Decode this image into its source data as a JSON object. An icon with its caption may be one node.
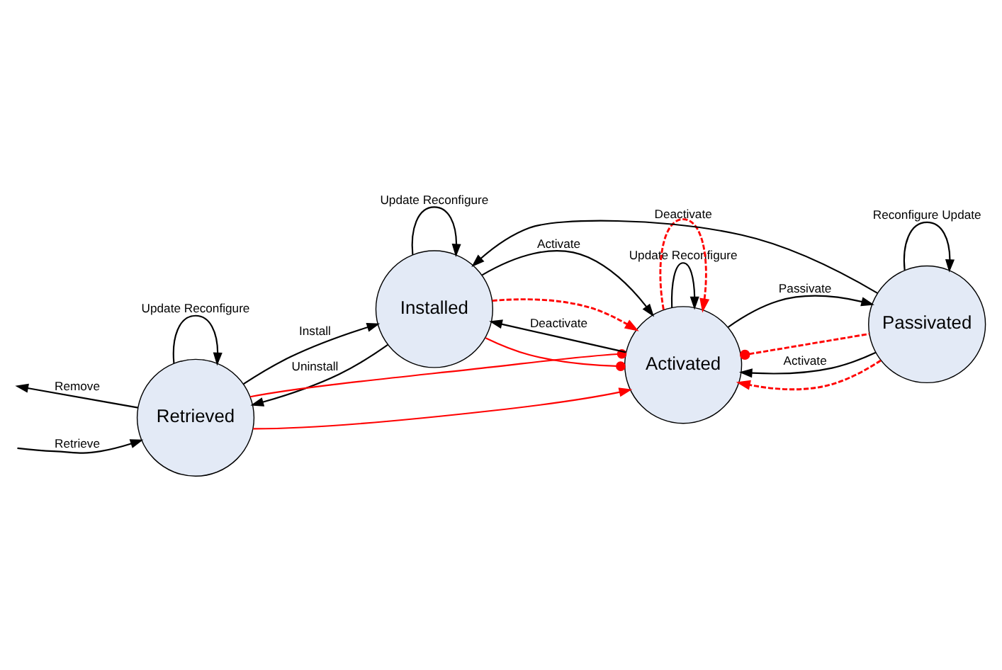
{
  "diagram": {
    "nodes": [
      {
        "text": [
          "Retrieved"
        ]
      },
      {
        "text": [
          "Installed"
        ]
      },
      {
        "text": [
          "Activated"
        ]
      },
      {
        "text": [
          "Passivated"
        ]
      }
    ],
    "edges": [
      {
        "from": null,
        "to": 0,
        "arrow": "to",
        "label": "Retrieve"
      },
      {
        "from": 0,
        "to": null,
        "arrow": "to",
        "label": "Remove"
      },
      {
        "from": 0,
        "to": 0,
        "arrow": "to",
        "label": "Update Reconfigure"
      },
      {
        "from": 0,
        "to": 1,
        "arrow": "to",
        "label": "Install"
      },
      {
        "from": 1,
        "to": 0,
        "arrow": "to",
        "label": "Uninstall"
      },
      {
        "from": 1,
        "to": 1,
        "arrow": "to",
        "label": "Update Reconfigure"
      },
      {
        "from": 1,
        "to": 2,
        "arrow": "to",
        "label": "Activate"
      },
      {
        "from": 2,
        "to": 1,
        "arrow": "to",
        "label": "Deactivate"
      },
      {
        "from": 2,
        "to": 2,
        "arrow": "to",
        "label": "Update Reconfigure"
      },
      {
        "from": 3,
        "to": 2,
        "arrow": "to",
        "label": "Activate"
      },
      {
        "from": 2,
        "to": 3,
        "arrow": "to",
        "label": "Passivate"
      },
      {
        "from": 3,
        "to": 1,
        "arrow": "to",
        "label": "Deactivate"
      },
      {
        "from": 3,
        "to": 3,
        "arrow": "to",
        "label": "Reconfigure Update"
      },
      {
        "from": 0,
        "to": 2,
        "arrow": "to",
        "color": "#ff0000"
      },
      {
        "from": 2,
        "to": 0,
        "arrow": "other",
        "color": "#ff0000"
      },
      {
        "from": 1,
        "to": 2,
        "arrow": "to",
        "color": "#ff0000",
        "style": "dashed"
      },
      {
        "from": 2,
        "to": 1,
        "arrow": "other",
        "color": "#ff0000"
      },
      {
        "from": 2,
        "to": 2,
        "arrow": "to",
        "color": "#ff0000",
        "style": "dashed"
      },
      {
        "from": 2,
        "to": 3,
        "arrow": "other",
        "color": "#ff0000",
        "style": "dashed"
      },
      {
        "from": 3,
        "to": 2,
        "arrow": "to",
        "color": "#ff0000",
        "style": "dashed"
      }
    ]
  }
}
